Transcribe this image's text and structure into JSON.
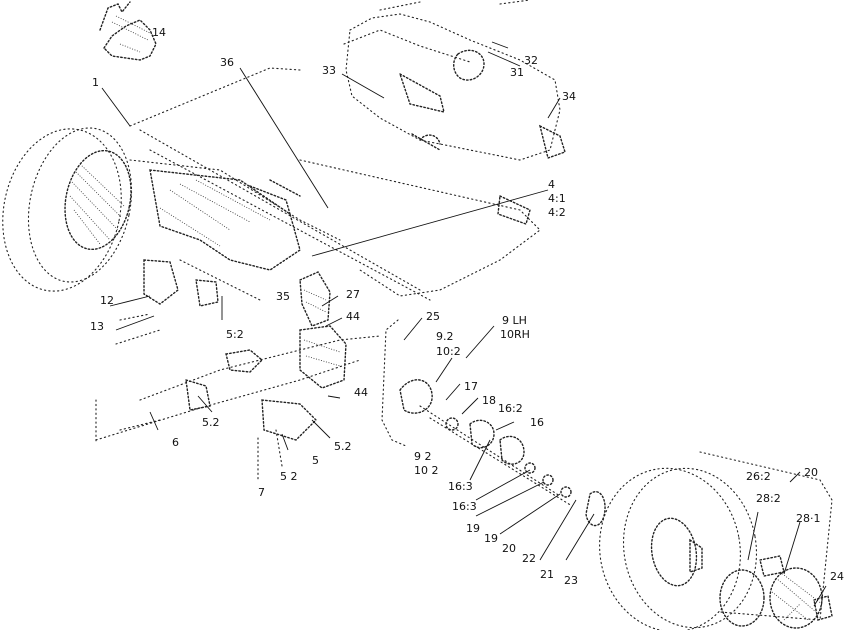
{
  "callouts": [
    {
      "id": "l14",
      "text": "14"
    },
    {
      "id": "l1",
      "text": "1"
    },
    {
      "id": "l36",
      "text": "36"
    },
    {
      "id": "l33",
      "text": "33"
    },
    {
      "id": "l32",
      "text": "32"
    },
    {
      "id": "l31",
      "text": "31"
    },
    {
      "id": "l34",
      "text": "34"
    },
    {
      "id": "l4",
      "text": "4"
    },
    {
      "id": "l4_1",
      "text": "4:1"
    },
    {
      "id": "l4_2",
      "text": "4:2"
    },
    {
      "id": "l12",
      "text": "12"
    },
    {
      "id": "l13",
      "text": "13"
    },
    {
      "id": "l5_2a",
      "text": "5:2"
    },
    {
      "id": "l35",
      "text": "35"
    },
    {
      "id": "l27",
      "text": "27"
    },
    {
      "id": "l44a",
      "text": "44"
    },
    {
      "id": "l25",
      "text": "25"
    },
    {
      "id": "l9lh",
      "text": "9 LH"
    },
    {
      "id": "l10rh",
      "text": "10RH"
    },
    {
      "id": "l9_2a",
      "text": "9.2"
    },
    {
      "id": "l10_2a",
      "text": "10:2"
    },
    {
      "id": "l44b",
      "text": "44"
    },
    {
      "id": "l17",
      "text": "17"
    },
    {
      "id": "l18",
      "text": "18"
    },
    {
      "id": "l16_2",
      "text": "16:2"
    },
    {
      "id": "l16",
      "text": "16"
    },
    {
      "id": "l5_2b",
      "text": "5.2"
    },
    {
      "id": "l6",
      "text": "6"
    },
    {
      "id": "l5_2c",
      "text": "5.2"
    },
    {
      "id": "l5",
      "text": "5"
    },
    {
      "id": "l5_2d",
      "text": "5 2"
    },
    {
      "id": "l7",
      "text": "7"
    },
    {
      "id": "l9_2b",
      "text": "9 2"
    },
    {
      "id": "l10_2b",
      "text": "10 2"
    },
    {
      "id": "l16_3a",
      "text": "16:3"
    },
    {
      "id": "l16_3b",
      "text": "16:3"
    },
    {
      "id": "l19",
      "text": "19"
    },
    {
      "id": "l19b",
      "text": "19"
    },
    {
      "id": "l20",
      "text": "20"
    },
    {
      "id": "l22",
      "text": "22"
    },
    {
      "id": "l21",
      "text": "21"
    },
    {
      "id": "l23",
      "text": "23"
    },
    {
      "id": "l26_2",
      "text": "26:2"
    },
    {
      "id": "l28_2",
      "text": "28:2"
    },
    {
      "id": "l28_1",
      "text": "28·1"
    },
    {
      "id": "l20b",
      "text": "20"
    },
    {
      "id": "l24",
      "text": "24"
    }
  ]
}
